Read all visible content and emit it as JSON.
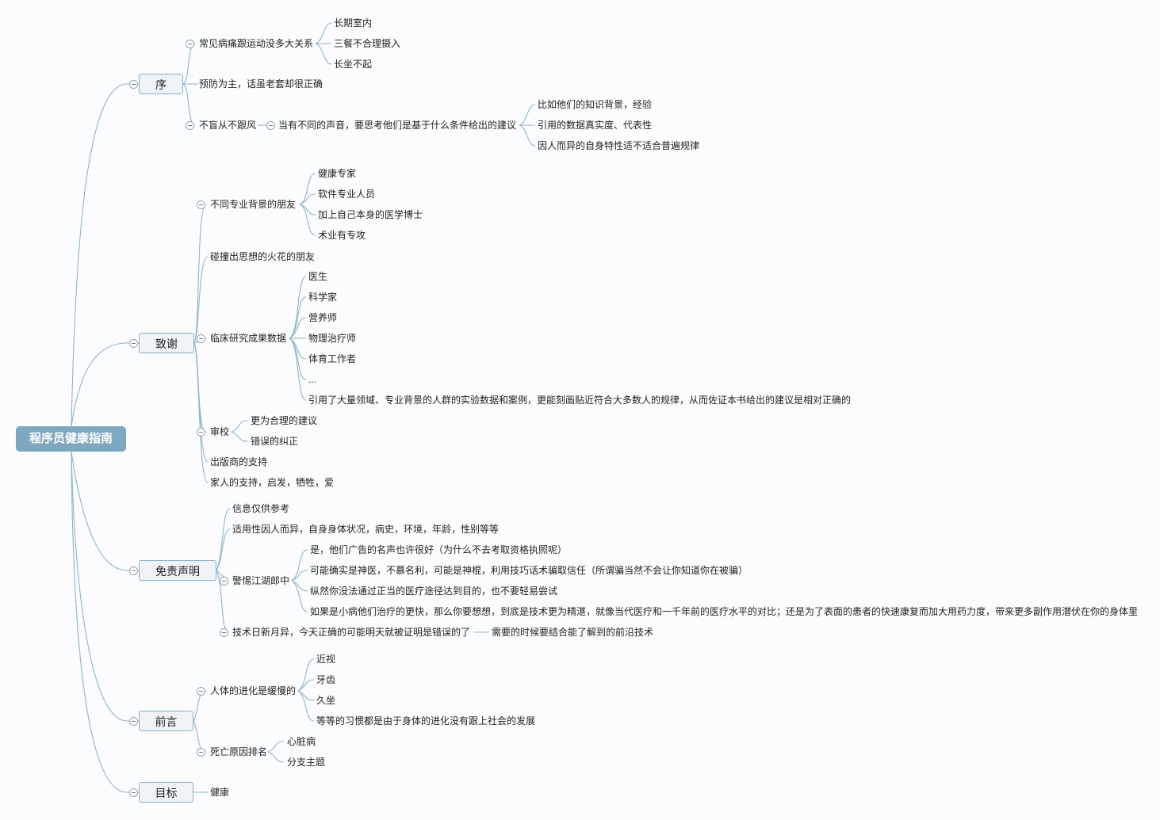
{
  "root": "程序员健康指南",
  "branches": {
    "xu": {
      "label": "序",
      "changjian": "常见病痛跟运动没多大关系",
      "changjian_items": [
        "长期室内",
        "三餐不合理摄入",
        "长坐不起"
      ],
      "yufang": "预防为主，话虽老套却很正确",
      "bumang": "不盲从不跟风",
      "dangyou": "当有不同的声音，要思考他们是基于什么条件给出的建议",
      "dangyou_items": [
        "比如他们的知识背景，经验",
        "引用的数据真实度、代表性",
        "因人而异的自身特性适不适合普遍规律"
      ]
    },
    "zhixie": {
      "label": "致谢",
      "butong": "不同专业背景的朋友",
      "butong_items": [
        "健康专家",
        "软件专业人员",
        "加上自己本身的医学博士",
        "术业有专攻"
      ],
      "pengzhuang": "碰撞出思想的火花的朋友",
      "linchuang": "临床研究成果数据",
      "linchuang_items": [
        "医生",
        "科学家",
        "营养师",
        "物理治疗师",
        "体育工作者",
        "...",
        "引用了大量领域、专业背景的人群的实验数据和案例，更能刻画贴近符合大多数人的规律，从而佐证本书给出的建议是相对正确的"
      ],
      "shenjiao": "审校",
      "shenjiao_items": [
        "更为合理的建议",
        "错误的纠正"
      ],
      "chubanshang": "出版商的支持",
      "jiaren": "家人的支持，启发，牺牲，爱"
    },
    "mianze": {
      "label": "免责声明",
      "xinxi": "信息仅供参考",
      "shiyong": "适用性因人而异，自身身体状况，病史，环境，年龄，性别等等",
      "jingti": "警惕江湖郎中",
      "jingti_items": [
        "是，他们广告的名声也许很好（为什么不去考取资格执照呢）",
        "可能确实是神医，不慕名利，可能是神棍，利用技巧话术骗取信任（所谓骗当然不会让你知道你在被骗）",
        "纵然你没法通过正当的医疗途径达到目的，也不要轻易尝试",
        "如果是小病他们治疗的更快，那么你要想想，到底是技术更为精湛，就像当代医疗和一千年前的医疗水平的对比；还是为了表面的患者的快速康复而加大用药力度，带来更多副作用潜伏在你的身体里"
      ],
      "jishu": "技术日新月异，今天正确的可能明天就被证明是错误的了",
      "jishu_note": "需要的时候要结合能了解到的前沿技术"
    },
    "qianyan": {
      "label": "前言",
      "renti": "人体的进化是缓慢的",
      "renti_items": [
        "近视",
        "牙齿",
        "久坐",
        "等等的习惯都是由于身体的进化没有跟上社会的发展"
      ],
      "siwang": "死亡原因排名",
      "siwang_items": [
        "心脏病",
        "分支主题"
      ]
    },
    "mubiao": {
      "label": "目标",
      "jiankang": "健康"
    }
  },
  "colors": {
    "root_fill": "#7ea8c2",
    "node_fill": "#eef3f8",
    "node_border": "#90b1c5",
    "line": "#8fb4c8"
  }
}
